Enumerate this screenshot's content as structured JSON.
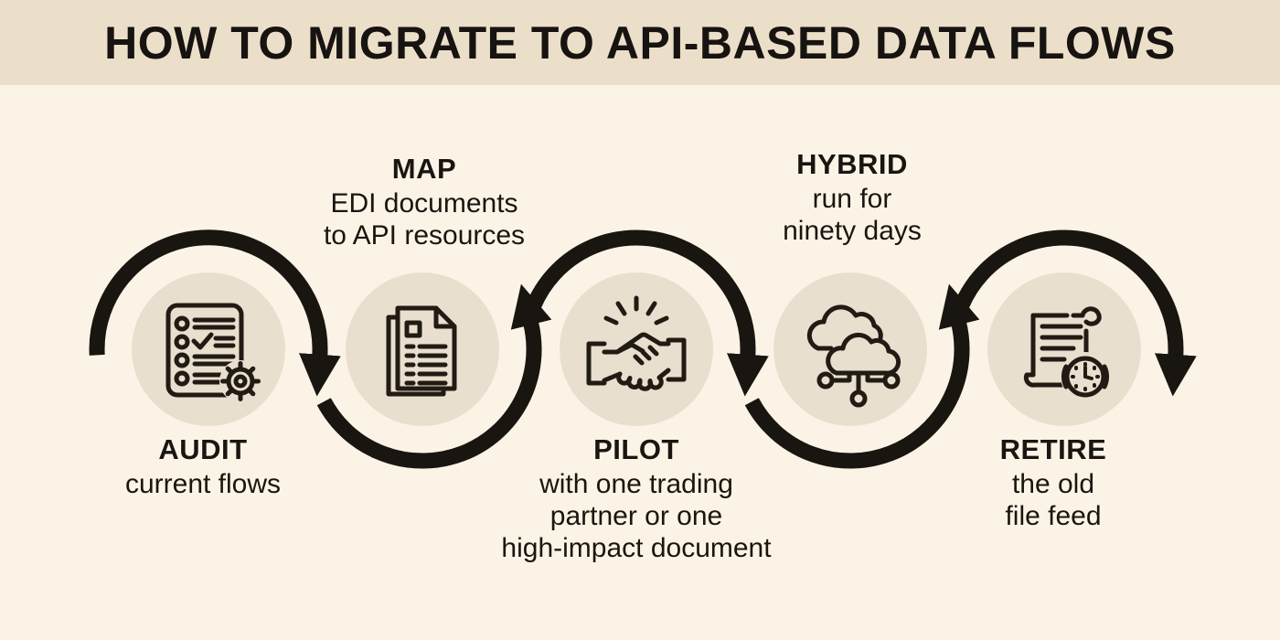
{
  "title": "HOW TO MIGRATE TO API-BASED DATA FLOWS",
  "colors": {
    "header_band_bg": "#ecdfca",
    "page_bg": "#fbf4e6",
    "circle_fill": "#e8dfce",
    "ink": "#191510"
  },
  "steps": [
    {
      "name": "AUDIT",
      "lines": [
        "current flows"
      ],
      "icon": "checklist-gear-icon",
      "label_position": "below"
    },
    {
      "name": "MAP",
      "lines": [
        "EDI documents",
        "to API resources"
      ],
      "icon": "documents-icon",
      "label_position": "above"
    },
    {
      "name": "PILOT",
      "lines": [
        "with one trading",
        "partner or one",
        "high-impact document"
      ],
      "icon": "handshake-icon",
      "label_position": "below"
    },
    {
      "name": "HYBRID",
      "lines": [
        "run for",
        "ninety days"
      ],
      "icon": "clouds-network-icon",
      "label_position": "above"
    },
    {
      "name": "RETIRE",
      "lines": [
        "the old",
        "file feed"
      ],
      "icon": "scroll-clock-icon",
      "label_position": "below"
    }
  ]
}
